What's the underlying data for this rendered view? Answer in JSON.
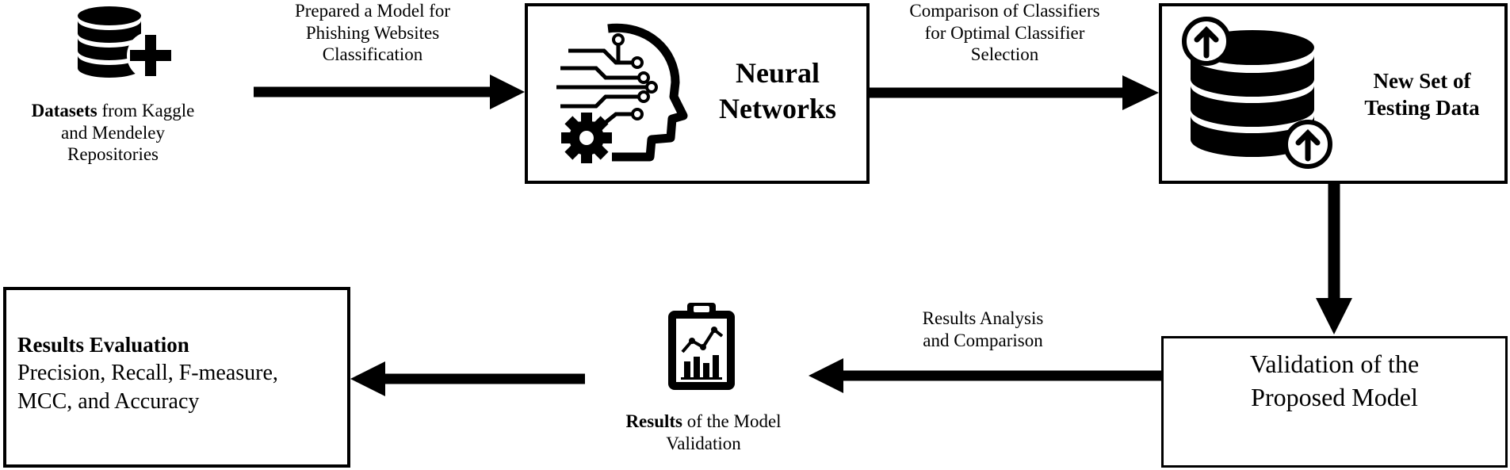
{
  "nodes": {
    "datasets": {
      "title_bold": "Datasets",
      "title_rest": " from Kaggle",
      "line2": "and Mendeley",
      "line3": "Repositories",
      "icon": "database-plus-icon"
    },
    "neural_networks": {
      "line1": "Neural",
      "line2": "Networks",
      "icon": "ai-head-gear-icon"
    },
    "testing_data": {
      "line1": "New Set of",
      "line2": "Testing Data",
      "icon": "database-upload-icon"
    },
    "validation": {
      "line1": "Validation of the",
      "line2": "Proposed Model"
    },
    "results_validation": {
      "title_bold": "Results",
      "title_rest": " of the Model",
      "line2": "Validation",
      "icon": "clipboard-chart-icon"
    },
    "results_evaluation": {
      "title": "Results Evaluation",
      "line1": "Precision, Recall, F-measure,",
      "line2": "MCC, and Accuracy"
    }
  },
  "edges": {
    "e1": {
      "line1": "Prepared a Model for",
      "line2": "Phishing Websites",
      "line3": "Classification"
    },
    "e2": {
      "line1": "Comparison  of  Classifiers",
      "line2": "for  Optimal  Classifier",
      "line3": "Selection"
    },
    "e4": {
      "line1": "Results  Analysis",
      "line2": "and Comparison"
    }
  }
}
